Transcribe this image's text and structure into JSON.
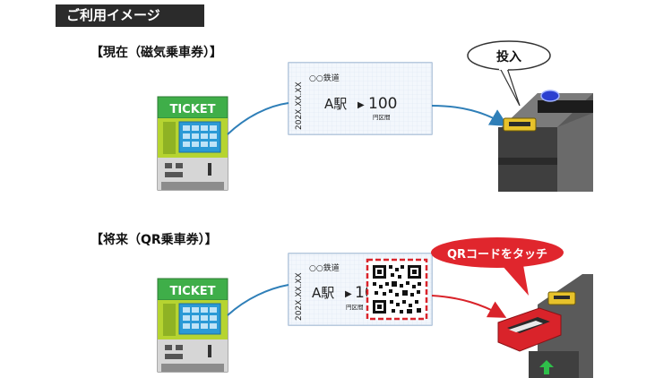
{
  "header": {
    "title": "ご利用イメージ"
  },
  "sections": {
    "current": {
      "label": "【現在（磁気乗車券）】",
      "machine_label": "TICKET",
      "ticket": {
        "company": "○○鉄道",
        "date": "202X.XX.XX",
        "station": "A駅",
        "arrow": "▶",
        "fare": "100",
        "fare_unit": "円区間"
      },
      "callout": "投入"
    },
    "future": {
      "label": "【将来（QR乗車券）】",
      "machine_label": "TICKET",
      "ticket": {
        "company": "○○鉄道",
        "date": "202X.XX.XX",
        "station": "A駅",
        "arrow": "▶",
        "fare": "100",
        "fare_unit": "円区間"
      },
      "callout": "QRコードをタッチ"
    }
  },
  "colors": {
    "header_bg": "#2b2b2b",
    "machine_green": "#3fae49",
    "machine_lime": "#b6d431",
    "screen_blue": "#2b9ad6",
    "arrow_blue": "#2f7fb8",
    "arrow_red": "#d9232a",
    "callout_red": "#e0262d",
    "ticket_bg": "#e9f1fa",
    "ticket_border": "#8aa7c8"
  }
}
